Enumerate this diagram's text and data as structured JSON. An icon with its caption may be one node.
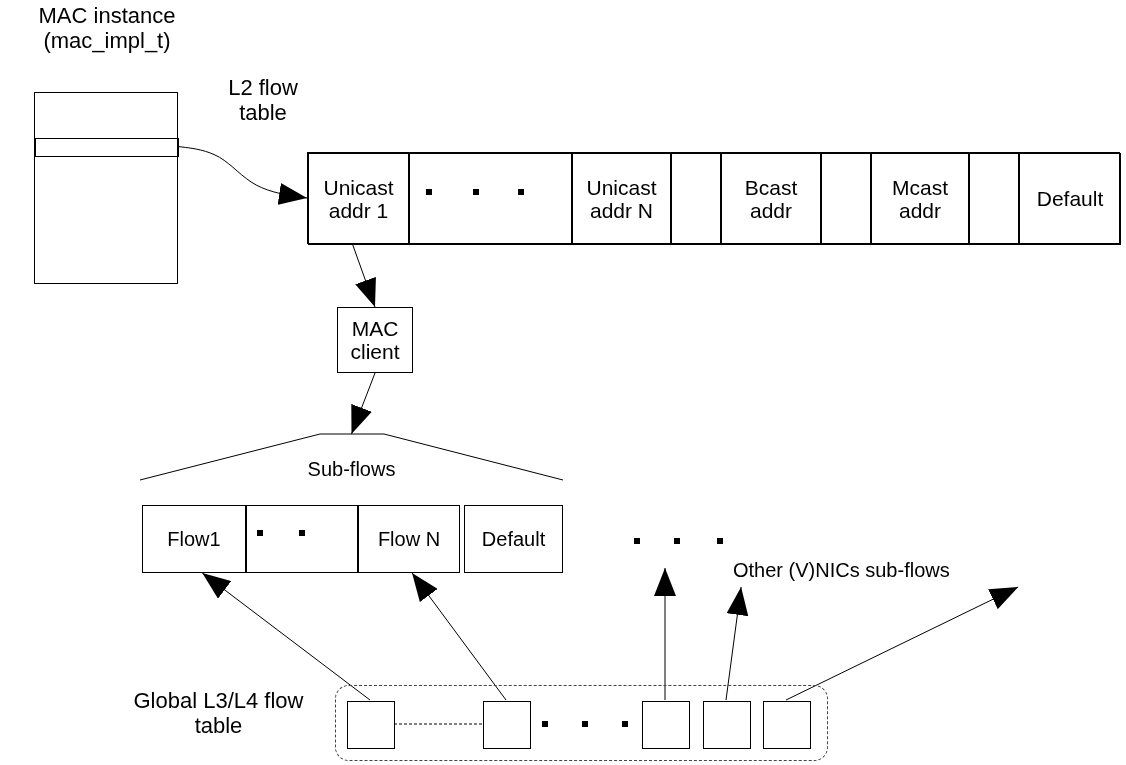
{
  "diagram": {
    "nodes": [
      {
        "text": [
          "MAC instance (mac_impl_t)"
        ]
      },
      {
        "text": [],
        "shape": "box",
        "in": 0
      },
      {
        "text": [
          "L2 flow table"
        ]
      },
      {
        "text": [
          "Unicast addr 1"
        ],
        "in": 2
      },
      {
        "text": [],
        "shape": "box",
        "in": 2
      },
      {
        "text": [
          "Unicast addr N"
        ],
        "in": 2
      },
      {
        "text": [],
        "shape": "box",
        "in": 2
      },
      {
        "text": [
          "Bcast addr"
        ],
        "in": 2
      },
      {
        "text": [],
        "shape": "box",
        "in": 2
      },
      {
        "text": [
          "Mcast addr"
        ],
        "in": 2
      },
      {
        "text": [],
        "shape": "box",
        "in": 2
      },
      {
        "text": [
          "Default"
        ],
        "in": 2
      },
      {
        "text": [
          "MAC client"
        ]
      },
      {
        "text": [
          "Sub-flows"
        ]
      },
      {
        "text": [
          "Flow1"
        ]
      },
      {
        "text": [],
        "shape": "box"
      },
      {
        "text": [
          "Flow N"
        ]
      },
      {
        "text": [
          "Default"
        ]
      },
      {
        "text": [
          "Global L3/L4 flow table"
        ]
      },
      {
        "text": [],
        "shape": "box",
        "in": 18
      },
      {
        "text": [],
        "shape": "box",
        "in": 18
      },
      {
        "text": [],
        "shape": "box",
        "in": 18
      },
      {
        "text": [],
        "shape": "box",
        "in": 18
      },
      {
        "text": [],
        "shape": "box",
        "in": 18
      },
      {
        "text": [
          "Other (V)NICs sub-flows"
        ]
      }
    ],
    "edges": [
      {
        "from": 1,
        "to": 3,
        "arrow": "to"
      },
      {
        "from": 3,
        "to": 12,
        "arrow": "to"
      },
      {
        "from": 12,
        "to": 13,
        "arrow": "to"
      },
      {
        "from": 19,
        "to": 14,
        "arrow": "to"
      },
      {
        "from": 20,
        "to": 16,
        "arrow": "to"
      },
      {
        "from": 21,
        "to": null,
        "arrow": "to"
      },
      {
        "from": 22,
        "to": 24,
        "arrow": "to"
      },
      {
        "from": 23,
        "to": 24,
        "arrow": "to"
      },
      {
        "from": 19,
        "to": 20,
        "arrow": "none",
        "style": "dashed"
      }
    ]
  }
}
